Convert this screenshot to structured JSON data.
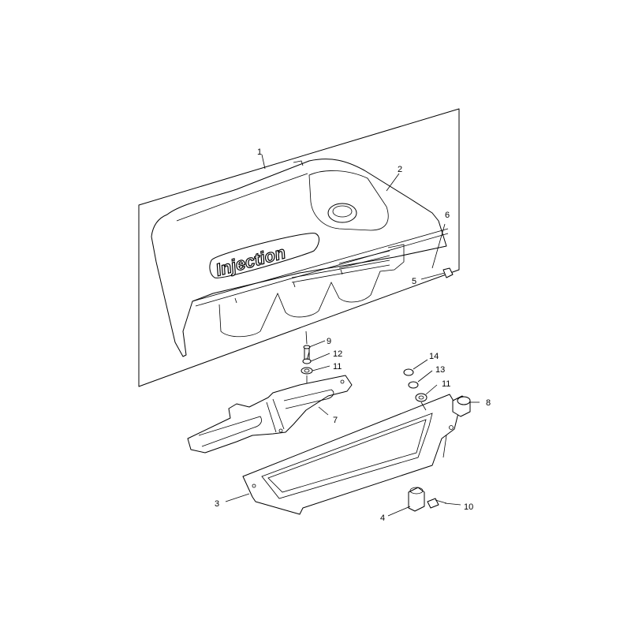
{
  "diagram": {
    "cover_logo_text": "Injection",
    "callouts": [
      "1",
      "2",
      "3",
      "4",
      "5",
      "6",
      "7",
      "8",
      "9",
      "10",
      "11",
      "11",
      "12",
      "13",
      "14"
    ]
  }
}
